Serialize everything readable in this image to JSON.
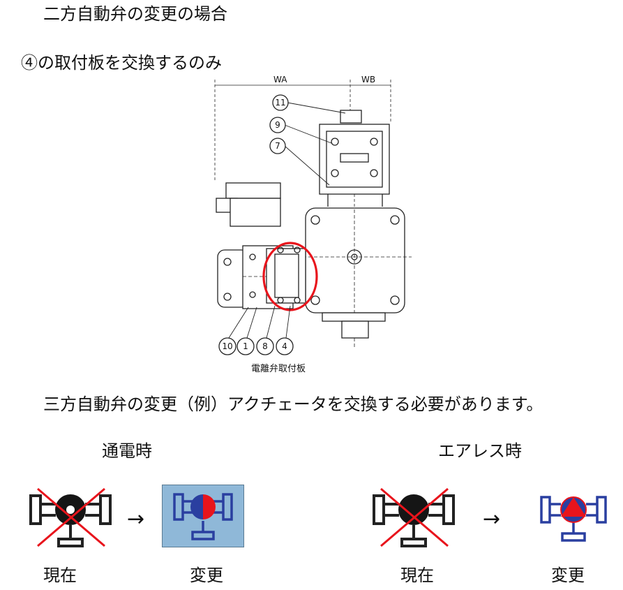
{
  "doc": {
    "heading_two_way": "二方自動弁の変更の場合",
    "note_two_way": "④の取付板を交換するのみ",
    "heading_three_way": "三方自動弁の変更（例）アクチェータを交換する必要があります。"
  },
  "diagram": {
    "dim_wa": "WA",
    "dim_wb": "WB",
    "callouts_top": [
      "11",
      "9",
      "7"
    ],
    "callouts_bottom": [
      "10",
      "1",
      "8",
      "4"
    ],
    "caption": "電離弁取付板"
  },
  "groups": {
    "energized": {
      "title": "通電時",
      "current_label": "現在",
      "changed_label": "変更"
    },
    "airless": {
      "title": "エアレス時",
      "current_label": "現在",
      "changed_label": "変更"
    },
    "arrow": "→"
  },
  "colors": {
    "highlight": "#e8141c",
    "valve_blue": "#2a3fa0",
    "panel_blue": "#8fb8d8"
  }
}
